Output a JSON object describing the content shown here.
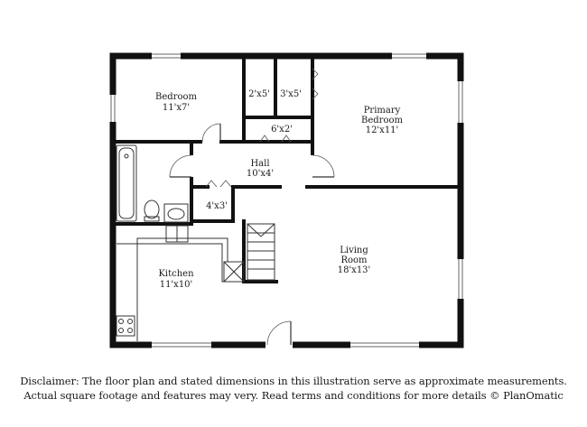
{
  "rooms": {
    "bedroom": {
      "name": "Bedroom",
      "size": "11'x7'"
    },
    "closet_a": {
      "size": "2'x5'"
    },
    "closet_b": {
      "size": "3'x5'"
    },
    "primary_bedroom": {
      "name_line1": "Primary",
      "name_line2": "Bedroom",
      "size": "12'x11'"
    },
    "closet_c": {
      "size": "6'x2'"
    },
    "hall": {
      "name": "Hall",
      "size": "10'x4'"
    },
    "closet_d": {
      "size": "4'x3'"
    },
    "living_room": {
      "name_line1": "Living",
      "name_line2": "Room",
      "size": "18'x13'"
    },
    "kitchen": {
      "name": "Kitchen",
      "size": "11'x10'"
    }
  },
  "disclaimer": {
    "line1": "Disclaimer: The floor plan and stated dimensions in this illustration serve as approximate measurements.",
    "line2": "Actual square footage and features may very. Read terms and conditions for more details © PlanOmatic"
  }
}
